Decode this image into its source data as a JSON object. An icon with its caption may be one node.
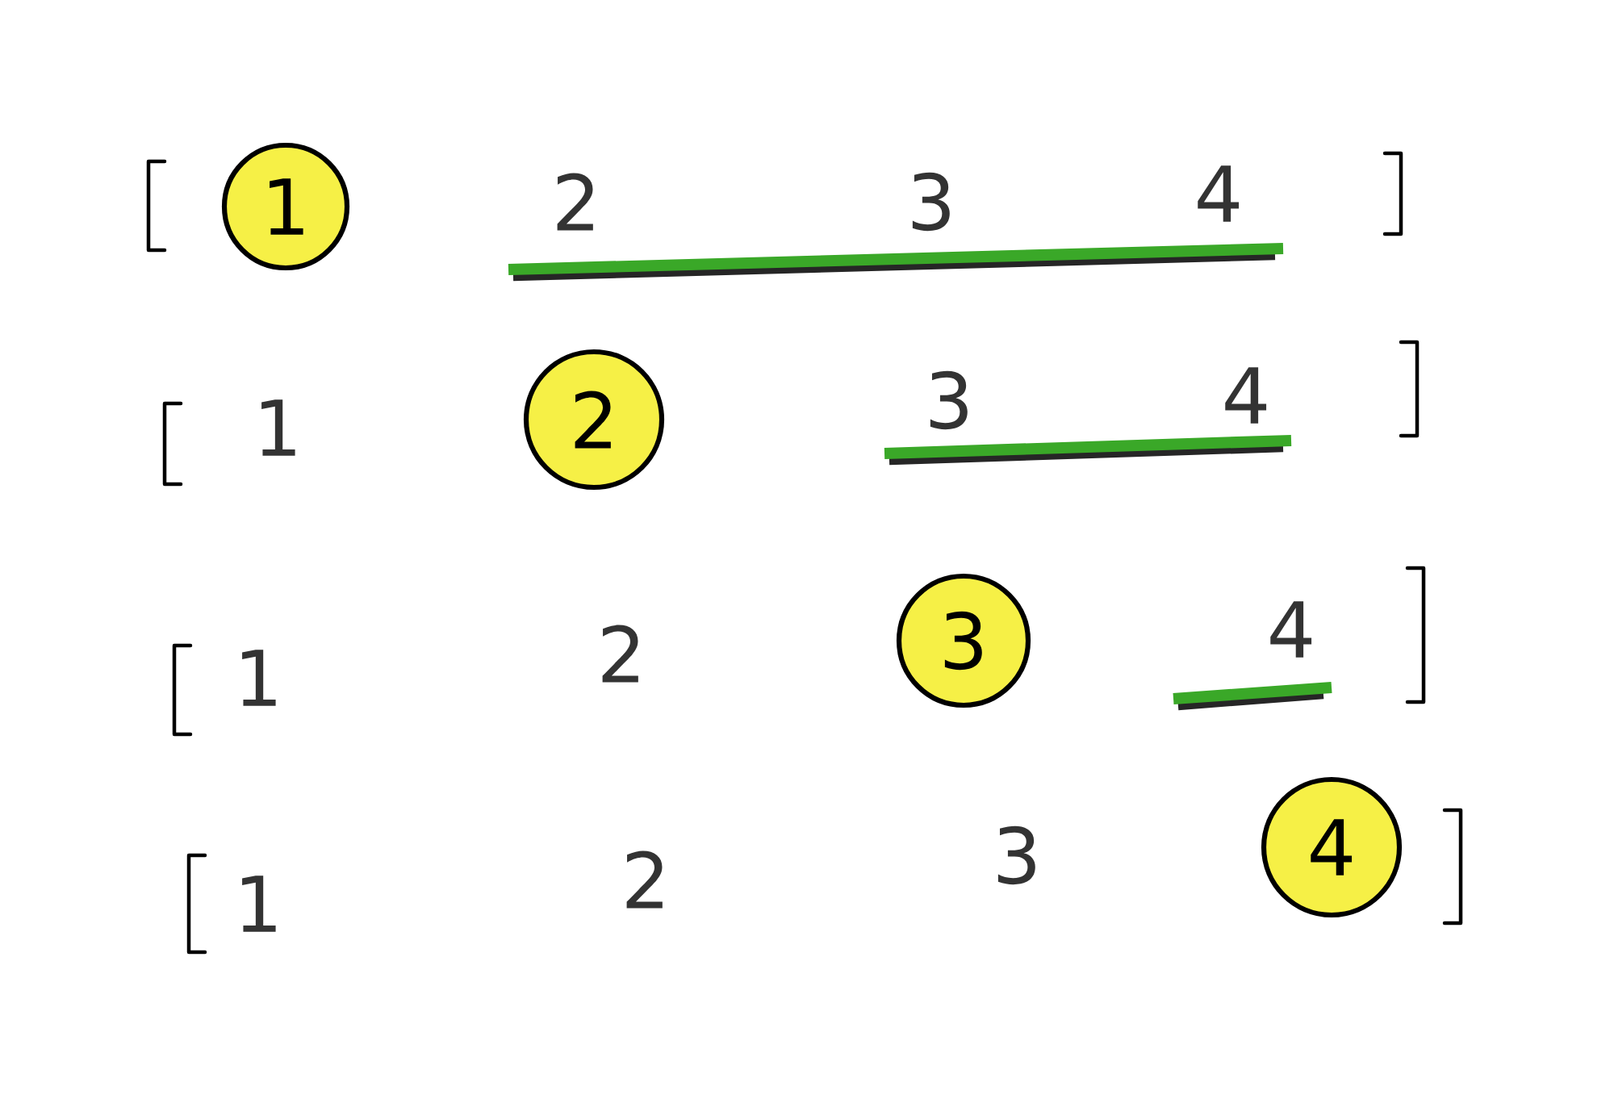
{
  "diagram": {
    "nodes": [
      {
        "text": [
          "1"
        ]
      },
      {
        "text": [
          "2"
        ]
      },
      {
        "text": [
          "3"
        ]
      },
      {
        "text": [
          "4"
        ]
      }
    ],
    "edges": [],
    "labels": [
      "2",
      "3",
      "4",
      "1",
      "3",
      "4",
      "1",
      "2",
      "4",
      "1",
      "2",
      "3"
    ]
  }
}
